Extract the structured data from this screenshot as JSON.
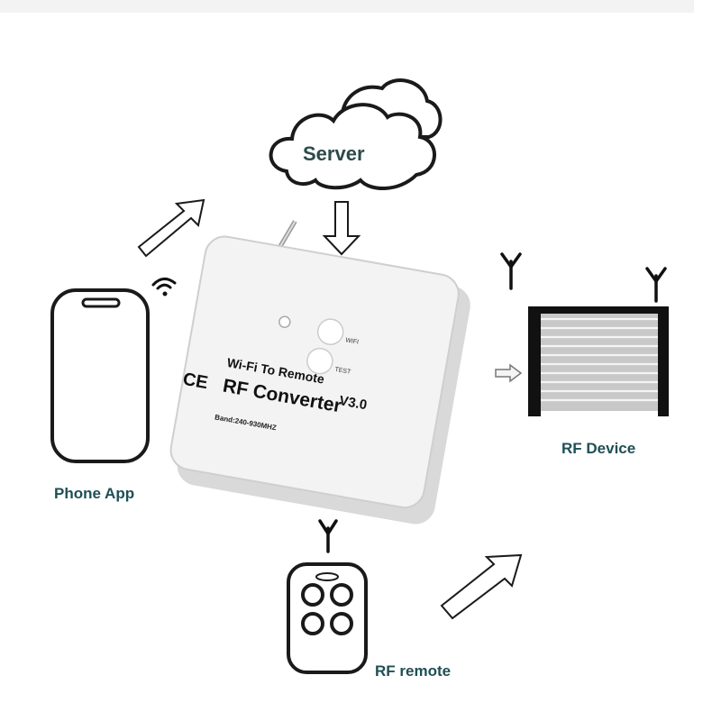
{
  "labels": {
    "server": "Server",
    "phone_app": "Phone App",
    "rf_device": "RF Device",
    "rf_remote": "RF remote"
  },
  "converter": {
    "line1": "Wi-Fi To Remote",
    "version": "V3.0",
    "title": "RF Converter",
    "band": "Band:240-930MHZ",
    "ce_mark": "CE",
    "wifi_button": "WIFI",
    "test_button": "TEST"
  },
  "colors": {
    "label": "#1f4f55",
    "outline": "#1a1a1a",
    "converter_body": "#f2f2f2",
    "shutter_slat": "#b8b8b8"
  },
  "icons": [
    "cloud-icon",
    "wifi-icon",
    "phone-icon",
    "antenna-icon",
    "shutter-icon",
    "remote-icon",
    "arrow-icon"
  ]
}
